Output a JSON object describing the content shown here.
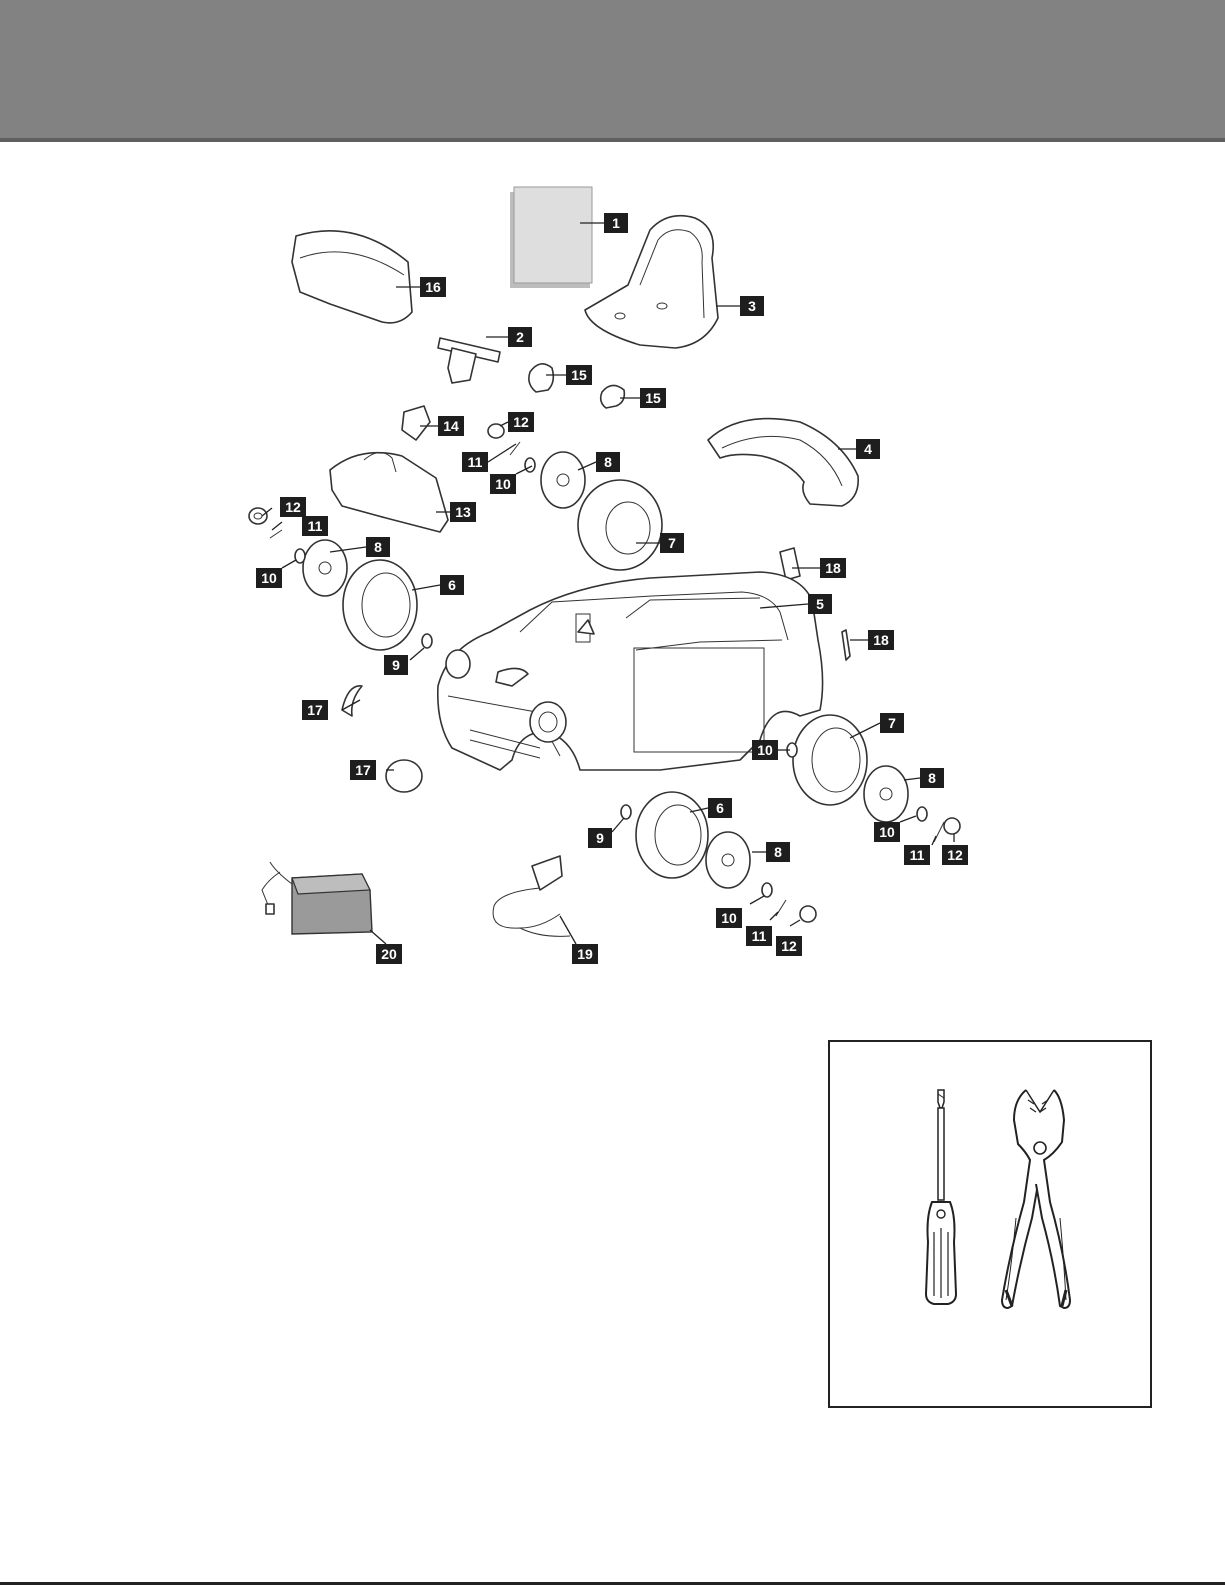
{
  "header": {
    "band_color": "#828282",
    "shadow_color": "#5f5f5f"
  },
  "parts_diagram": {
    "callouts": [
      {
        "id": "c1",
        "label": "1"
      },
      {
        "id": "c16",
        "label": "16"
      },
      {
        "id": "c3",
        "label": "3"
      },
      {
        "id": "c2",
        "label": "2"
      },
      {
        "id": "c15a",
        "label": "15"
      },
      {
        "id": "c15b",
        "label": "15"
      },
      {
        "id": "c14",
        "label": "14"
      },
      {
        "id": "c12a",
        "label": "12"
      },
      {
        "id": "c11a",
        "label": "11"
      },
      {
        "id": "c10a",
        "label": "10"
      },
      {
        "id": "c8a",
        "label": "8"
      },
      {
        "id": "c4",
        "label": "4"
      },
      {
        "id": "c12b",
        "label": "12"
      },
      {
        "id": "c11b",
        "label": "11"
      },
      {
        "id": "c13",
        "label": "13"
      },
      {
        "id": "c7a",
        "label": "7"
      },
      {
        "id": "c8b",
        "label": "8"
      },
      {
        "id": "c10b",
        "label": "10"
      },
      {
        "id": "c6a",
        "label": "6"
      },
      {
        "id": "c18a",
        "label": "18"
      },
      {
        "id": "c5",
        "label": "5"
      },
      {
        "id": "c18b",
        "label": "18"
      },
      {
        "id": "c9a",
        "label": "9"
      },
      {
        "id": "c17a",
        "label": "17"
      },
      {
        "id": "c7b",
        "label": "7"
      },
      {
        "id": "c10c",
        "label": "10"
      },
      {
        "id": "c17b",
        "label": "17"
      },
      {
        "id": "c8c",
        "label": "8"
      },
      {
        "id": "c9b",
        "label": "9"
      },
      {
        "id": "c6b",
        "label": "6"
      },
      {
        "id": "c10d",
        "label": "10"
      },
      {
        "id": "c11c",
        "label": "11"
      },
      {
        "id": "c12c",
        "label": "12"
      },
      {
        "id": "c8d",
        "label": "8"
      },
      {
        "id": "c10e",
        "label": "10"
      },
      {
        "id": "c11d",
        "label": "11"
      },
      {
        "id": "c12d",
        "label": "12"
      },
      {
        "id": "c20",
        "label": "20"
      },
      {
        "id": "c19",
        "label": "19"
      }
    ]
  },
  "tools_box": {
    "tools": [
      "screwdriver-icon",
      "pliers-icon"
    ]
  }
}
